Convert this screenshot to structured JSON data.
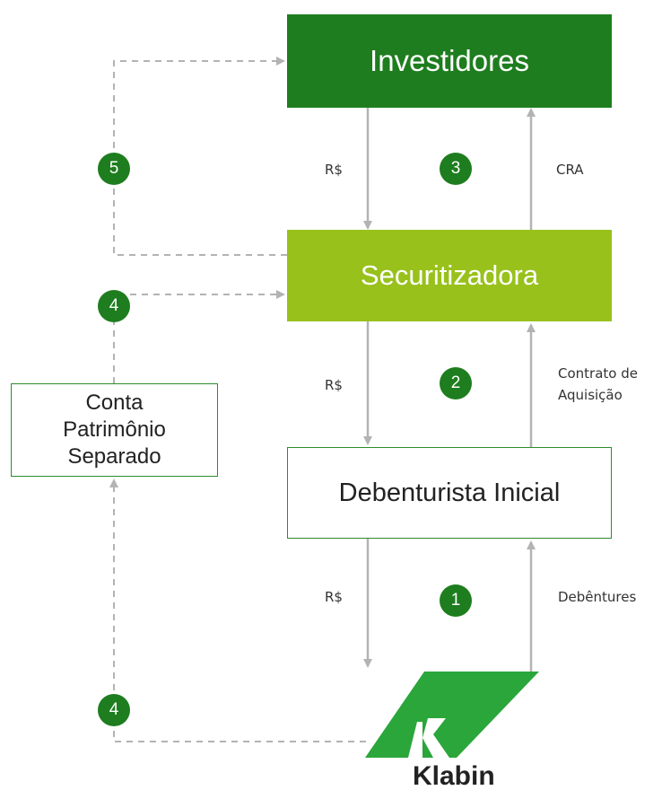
{
  "nodes": {
    "investidores": "Investidores",
    "securitizadora": "Securitizadora",
    "debenturista": "Debenturista Inicial",
    "conta": [
      "Conta",
      "Patrimônio",
      "Separado"
    ]
  },
  "flows": {
    "rs_label": "R$",
    "cra_label": "CRA",
    "contrato_label_line1": "Contrato de",
    "contrato_label_line2": "Aquisição",
    "debentures_label": "Debêntures"
  },
  "steps": {
    "step1": "1",
    "step2": "2",
    "step3": "3",
    "step4_top": "4",
    "step4_bottom": "4",
    "step5": "5"
  },
  "logo": {
    "name": "Klabin",
    "color": "#2aa63a"
  },
  "colors": {
    "dark_green": "#1e7d1e",
    "light_green": "#98c11c",
    "arrow_gray": "#b3b3b3"
  }
}
